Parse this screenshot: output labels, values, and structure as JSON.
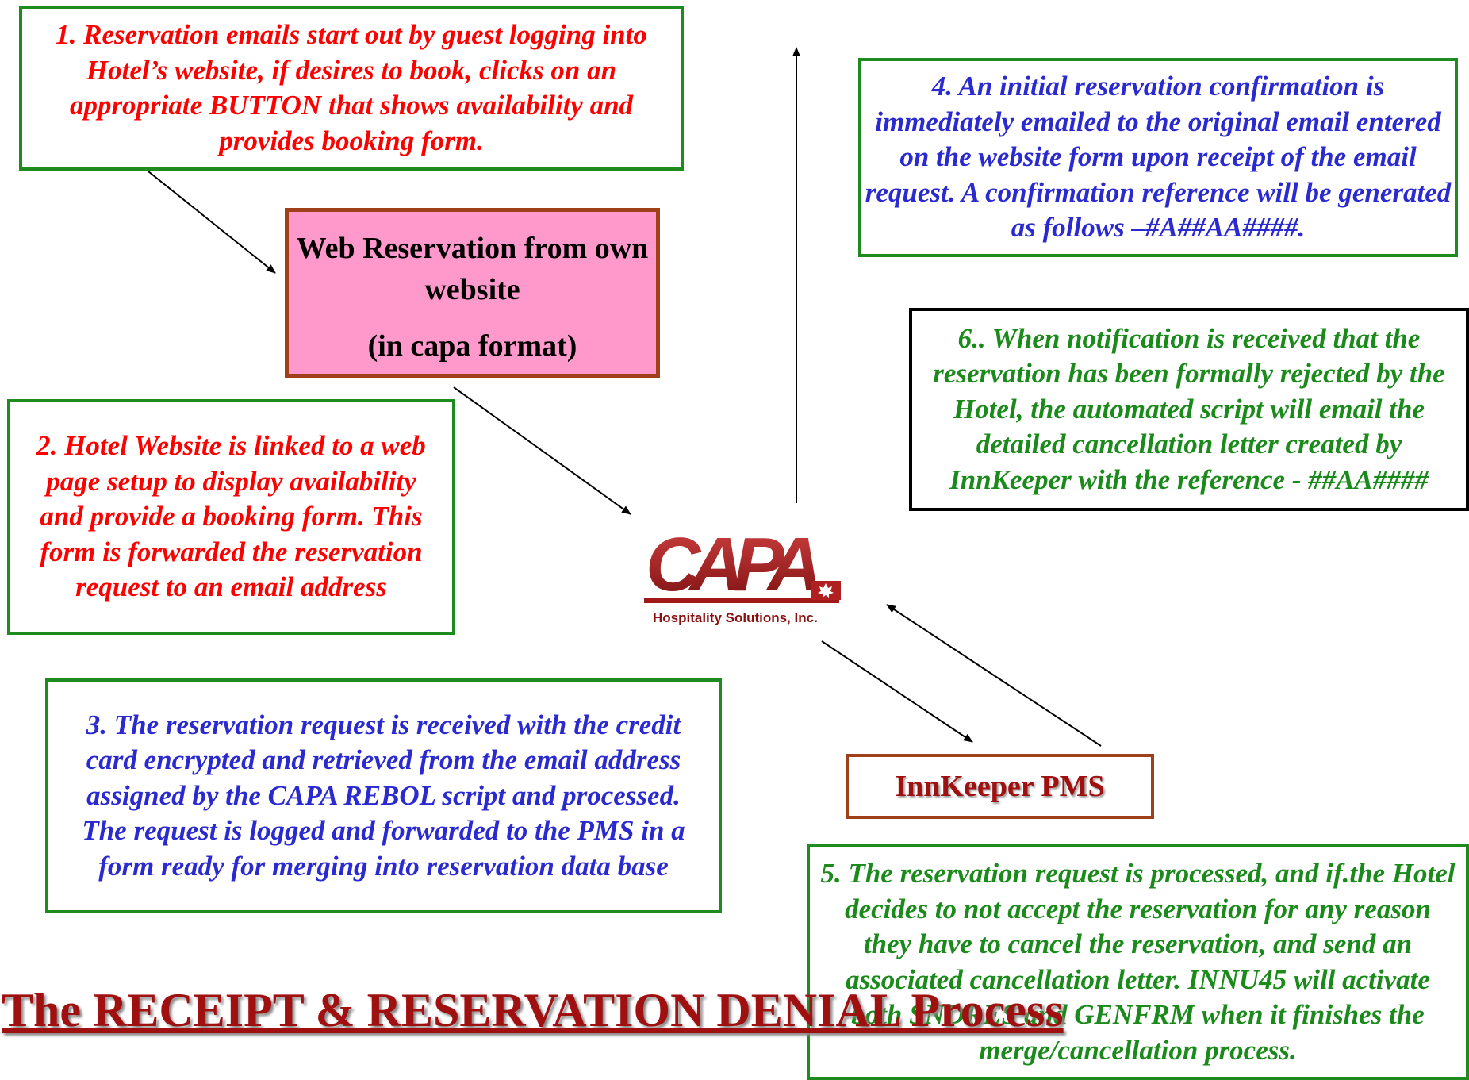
{
  "steps": {
    "step1": "1. Reservation emails start out by guest logging into Hotel’s website, if desires to book, clicks on an appropriate BUTTON that shows availability and provides booking form.",
    "step2": "2. Hotel Website is linked to a web page setup to display availability and provide a booking form. This form is forwarded the reservation request to an email address",
    "step3": "3. The reservation request is received with the credit card encrypted and retrieved from the email address assigned by the CAPA REBOL script and processed. The request is logged and forwarded to the PMS in a form ready for merging into reservation data base",
    "step4": "4. An initial reservation confirmation is immediately emailed to the original email entered on the website form upon receipt of the email request. A confirmation reference will be generated as follows –#A##AA####.",
    "step5": "5. The reservation request is processed, and if.the Hotel decides to not accept the reservation for any reason they have to cancel the reservation, and send an associated cancellation letter. INNU45 will activate both SNDRES and GENFRM when it finishes the merge/cancellation process.",
    "step6": "6.. When notification is received that the reservation has been formally rejected by the Hotel, the automated script will email the detailed cancellation letter created by InnKeeper with the reference - ##AA####"
  },
  "nodes": {
    "web_reservation_line1": "Web Reservation from own website",
    "web_reservation_line2": "(in capa format)",
    "innkeeper": "InnKeeper PMS",
    "logo_text": "CAPA",
    "logo_subtext": "Hospitality Solutions, Inc."
  },
  "title": "The RECEIPT & RESERVATION DENIAL Process",
  "colors": {
    "green_border": "#1e8b1e",
    "brown_border": "#a0401a",
    "pink_fill": "#ff99cc",
    "red_text": "#ff0000",
    "blue_text": "#2a2ad0",
    "green_text": "#1a8a1a",
    "dark_red": "#a01010"
  }
}
